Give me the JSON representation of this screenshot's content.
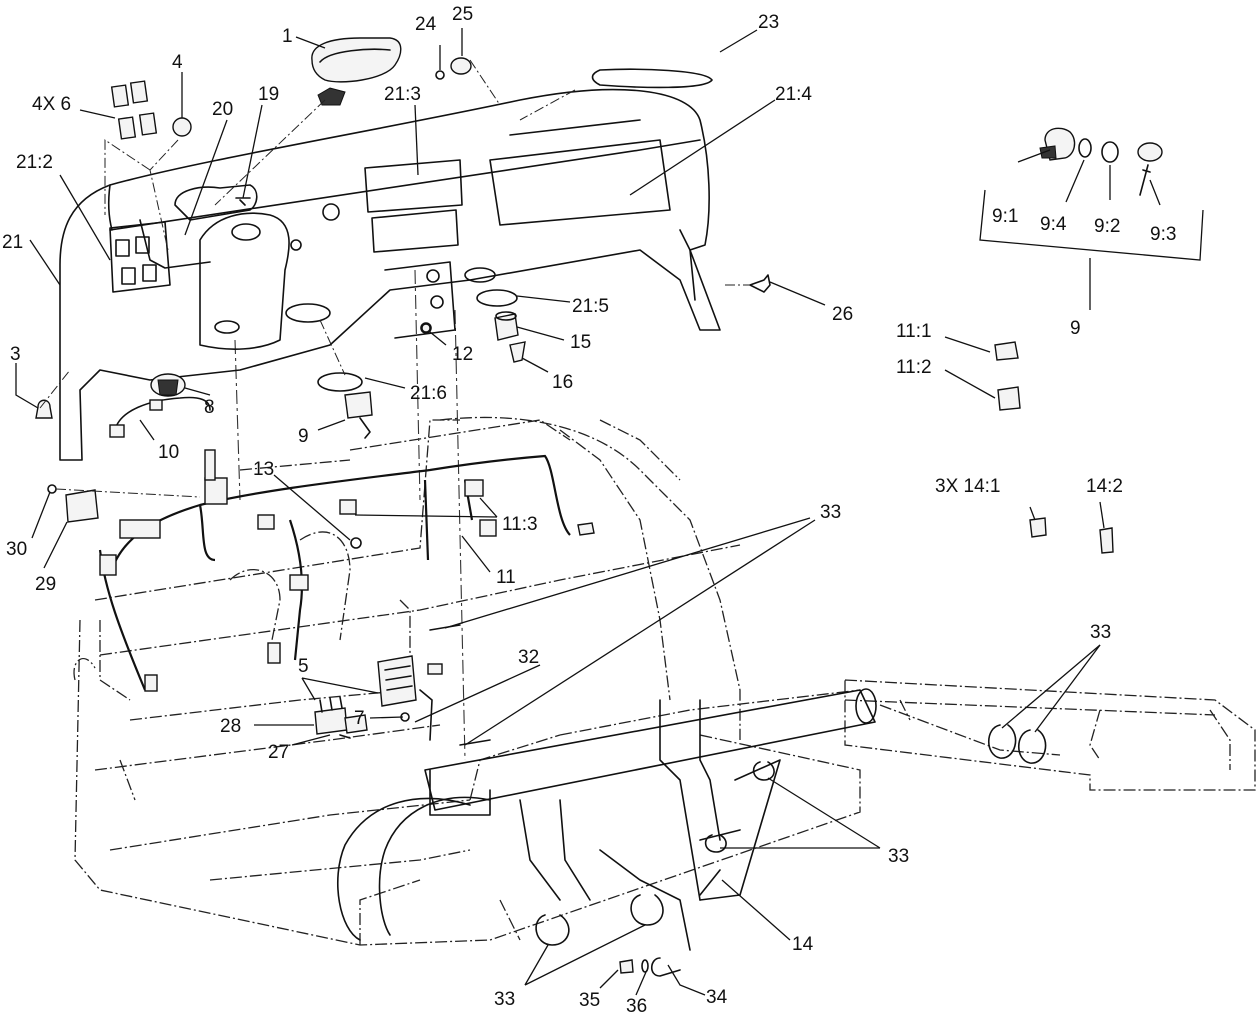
{
  "callouts": {
    "c1": "1",
    "c24": "24",
    "c25": "25",
    "c23": "23",
    "c4": "4",
    "c4x6": "4X 6",
    "c20": "20",
    "c19": "19",
    "c21_3": "21:3",
    "c21_4": "21:4",
    "c21_2": "21:2",
    "c21": "21",
    "c3": "3",
    "c8": "8",
    "c10": "10",
    "c12": "12",
    "c21_5": "21:5",
    "c15": "15",
    "c16": "16",
    "c21_6": "21:6",
    "c9a": "9",
    "c26": "26",
    "c9_1": "9:1",
    "c9_4": "9:4",
    "c9_2": "9:2",
    "c9_3": "9:3",
    "c9b": "9",
    "c11_1": "11:1",
    "c11_2": "11:2",
    "c13": "13",
    "c11_3": "11:3",
    "c11": "11",
    "c30": "30",
    "c29": "29",
    "c3x14_1": "3X 14:1",
    "c14_2": "14:2",
    "c33a": "33",
    "c33b": "33",
    "c33c": "33",
    "c33d": "33",
    "c5": "5",
    "c32": "32",
    "c28": "28",
    "c7": "7",
    "c27": "27",
    "c14": "14",
    "c35": "35",
    "c36": "36",
    "c34": "34"
  }
}
